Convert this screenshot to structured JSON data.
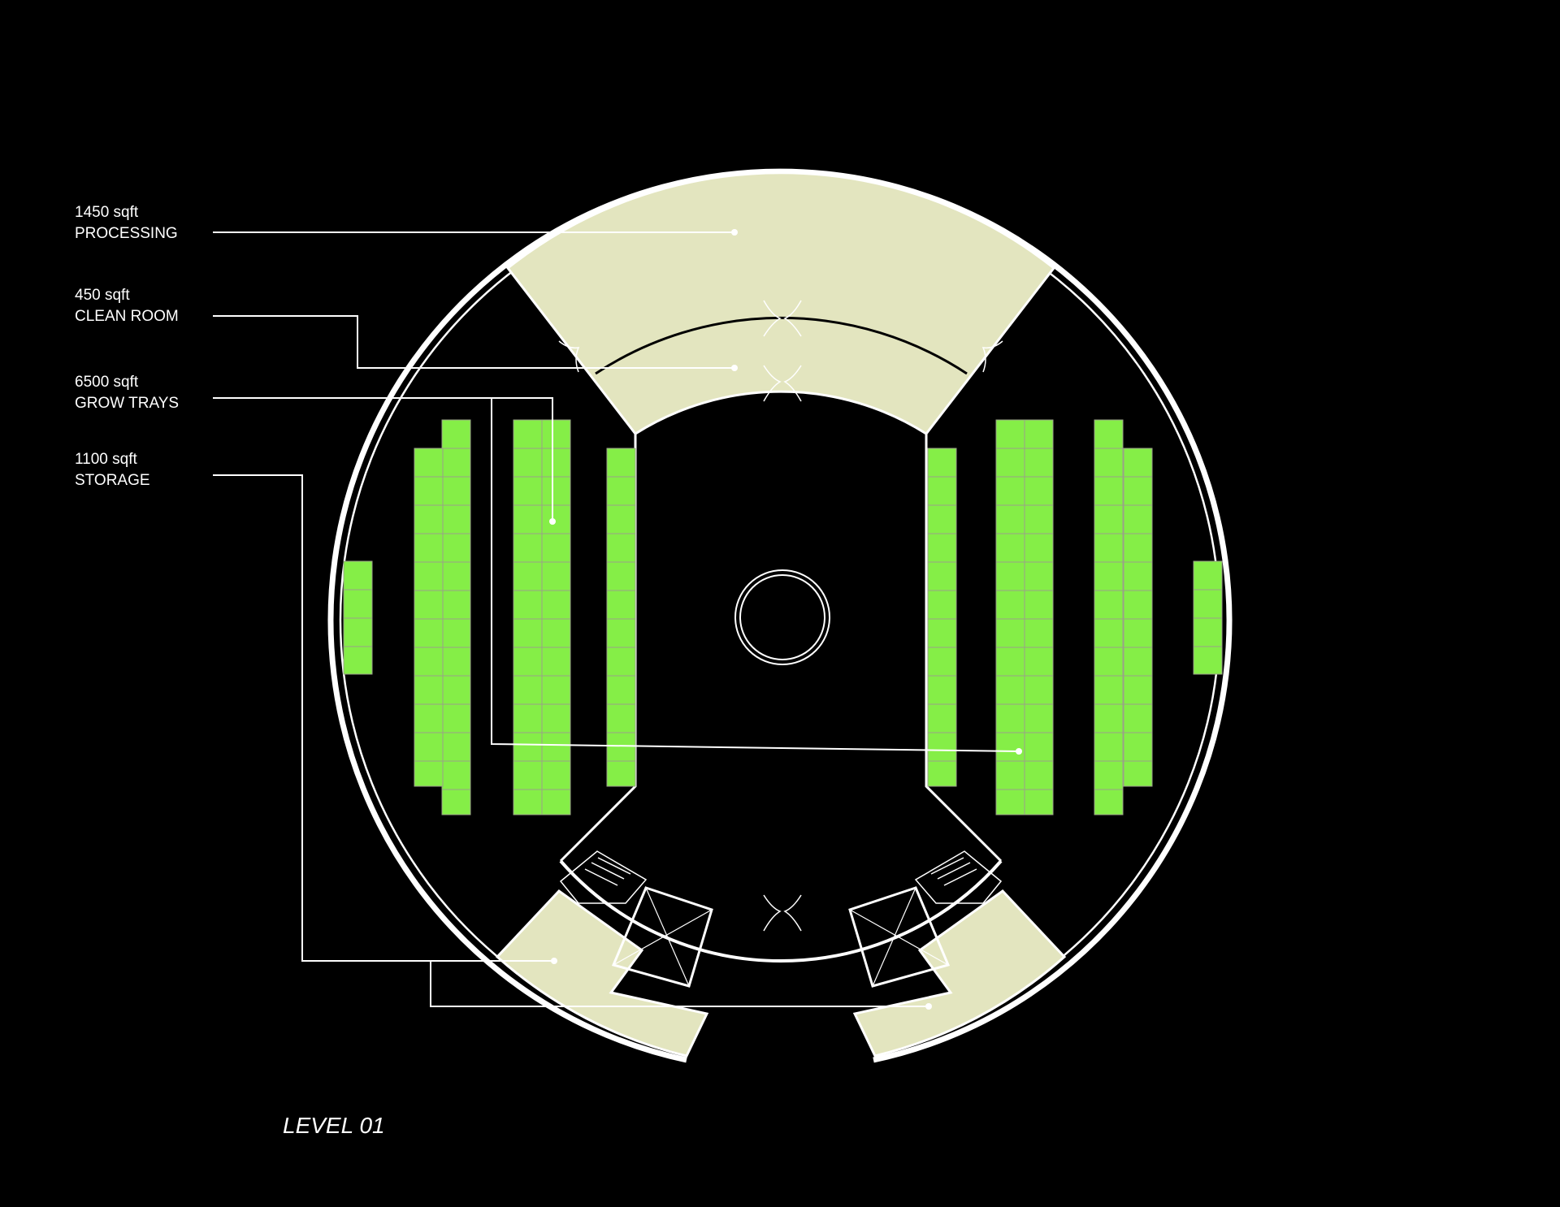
{
  "legend": [
    {
      "area": "1450 sqft",
      "label": "PROCESSING"
    },
    {
      "area": "450 sqft",
      "label": "CLEAN ROOM"
    },
    {
      "area": "6500 sqft",
      "label": "GROW TRAYS"
    },
    {
      "area": "1100 sqft",
      "label": "STORAGE"
    }
  ],
  "level_title": "LEVEL 01",
  "colors": {
    "background": "#000000",
    "tray_green": "#85ee47",
    "room_fill": "#e3e5bf",
    "line": "#ffffff"
  }
}
